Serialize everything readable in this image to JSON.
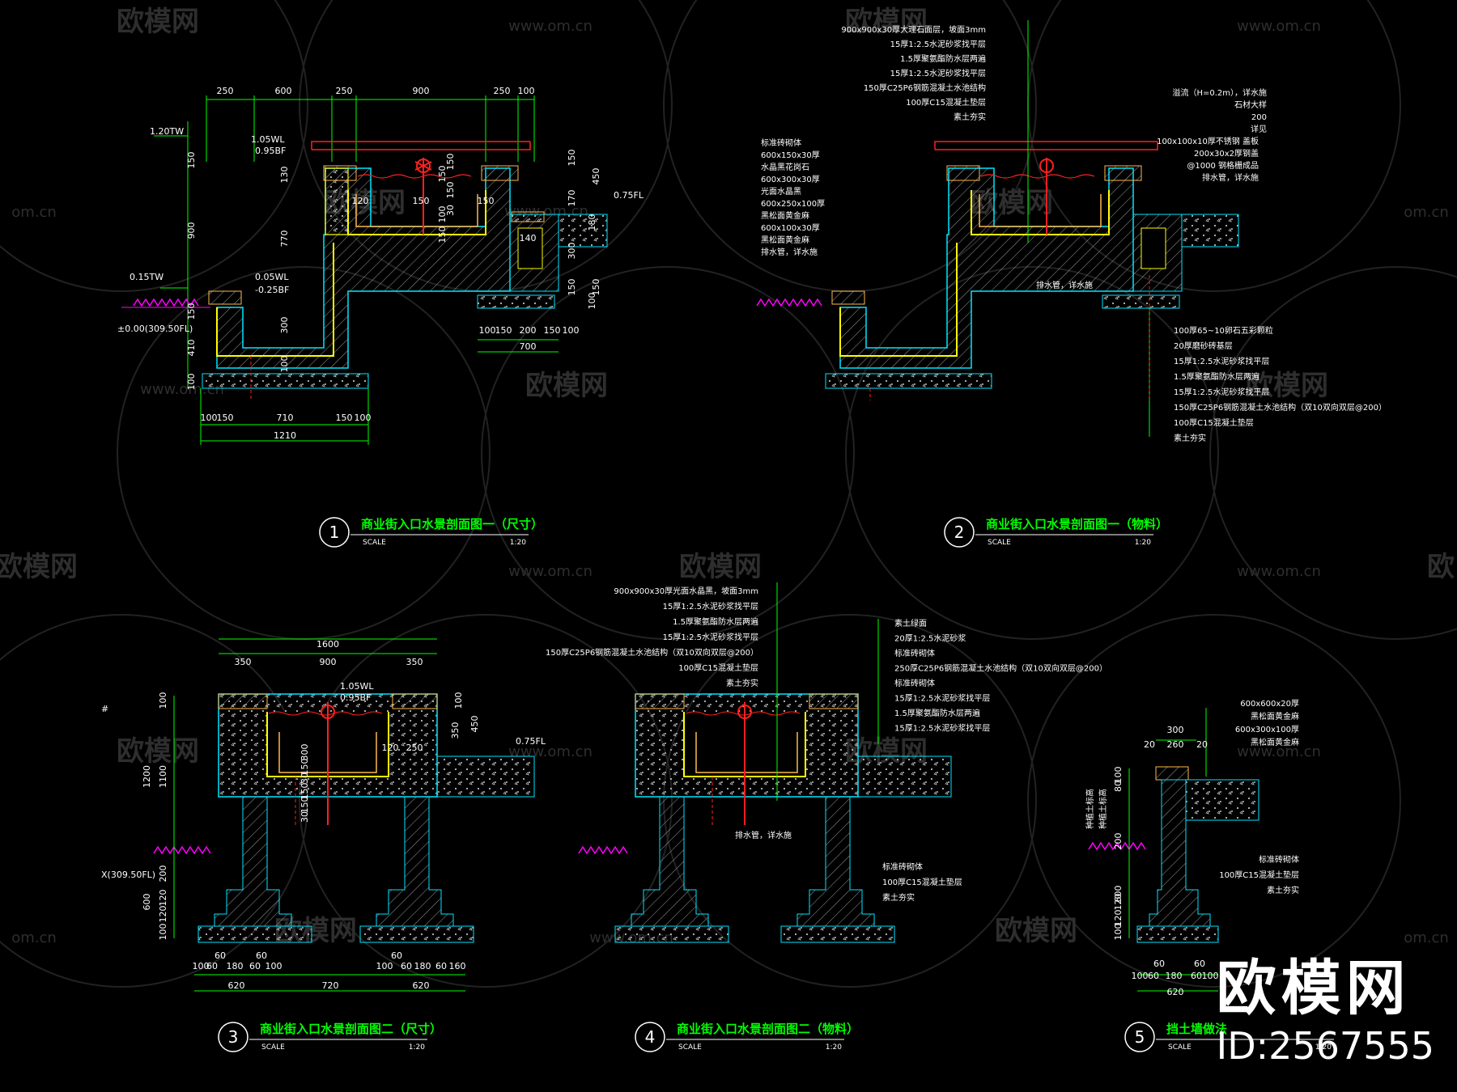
{
  "watermark": {
    "brand": "欧模网",
    "site": "www.om.cn",
    "site_fragment": "om.cn",
    "brand_fragment": "欧模网",
    "brand_fragment_right": "欧"
  },
  "brand_block": {
    "name": "欧模网",
    "id": "ID:2567555"
  },
  "scale": {
    "label": "SCALE",
    "value": "1:20"
  },
  "sections": [
    {
      "num": "1",
      "title": "商业街入口水景剖面图一（尺寸）"
    },
    {
      "num": "2",
      "title": "商业街入口水景剖面图一（物料）"
    },
    {
      "num": "3",
      "title": "商业街入口水景剖面图二（尺寸）"
    },
    {
      "num": "4",
      "title": "商业街入口水景剖面图二（物料）"
    },
    {
      "num": "5",
      "title": "挡土墙做法"
    }
  ],
  "dims": {
    "s1_top": [
      "250",
      "600",
      "250",
      "900",
      "250",
      "100"
    ],
    "s1_levels": [
      "1.20TW",
      "1.05WL",
      "0.95BF",
      "0.75FL",
      "0.15TW",
      "0.05WL",
      "-0.25BF",
      "±0.00(309.50FL)"
    ],
    "s1_left": [
      "150",
      "900",
      "150",
      "410",
      "100"
    ],
    "s1_inner": [
      "130",
      "770",
      "300",
      "100",
      "150",
      "100",
      "150",
      "150",
      "150",
      "30"
    ],
    "s1_right": [
      "150",
      "170",
      "450",
      "150",
      "300",
      "150",
      "180",
      "100",
      "140"
    ],
    "s1_mid": [
      "120",
      "150",
      "150"
    ],
    "s1_bottom": [
      "100",
      "150",
      "710",
      "150",
      "100"
    ],
    "s1_total": "1210",
    "s1_base": [
      "100",
      "150",
      "200",
      "150",
      "100"
    ],
    "s1_base_total": "700",
    "s3_top_total": "1600",
    "s3_top": [
      "350",
      "900",
      "350"
    ],
    "s3_levels": [
      "1.05WL",
      "0.95BF",
      "0.75FL",
      "X(309.50FL)"
    ],
    "s3_left": [
      "100",
      "1200",
      "1100",
      "200",
      "600",
      "120",
      "120",
      "100"
    ],
    "s3_inner": [
      "100",
      "300",
      "150",
      "30",
      "150",
      "120",
      "250",
      "350",
      "450",
      "150",
      "30"
    ],
    "s3_bottom_top": [
      "60",
      "60",
      "60"
    ],
    "s3_bottom": [
      "100",
      "60",
      "180",
      "60",
      "100",
      "100",
      "60",
      "180",
      "60",
      "160"
    ],
    "s3_bottom_total": [
      "620",
      "720",
      "720",
      "620"
    ],
    "s5_top": [
      "300",
      "20",
      "260",
      "20"
    ],
    "s5_left": [
      "100",
      "80",
      "200",
      "600",
      "120",
      "120",
      "100"
    ],
    "s5_bottom_top": [
      "60",
      "60"
    ],
    "s5_bottom": [
      "100",
      "60",
      "180",
      "60",
      "100"
    ],
    "s5_total": "620",
    "hash": "#"
  },
  "notes": {
    "s2_top": [
      "900x900x30厚大理石面层，坡面3mm",
      "15厚1:2.5水泥砂浆找平层",
      "1.5厚聚氨酯防水层两遍",
      "15厚1:2.5水泥砂浆找平层",
      "150厚C25P6钢筋混凝土水池结构",
      "100厚C15混凝土垫层",
      "素土夯实"
    ],
    "s2_left": [
      "标准砖砌体",
      "600x150x30厚",
      "水晶黑花岗石",
      "600x300x30厚",
      "光面水晶黑",
      "600x250x100厚",
      "黑松面黄金麻",
      "600x100x30厚",
      "黑松面黄金麻",
      "排水管，详水施"
    ],
    "s2_right": [
      "溢流（H=0.2m），详水施",
      "石材大样",
      "200",
      "详见",
      "100x100x10厚不锈钢 盖板",
      "200x30x2厚钢盖",
      "@1000 钢格栅成品",
      "排水管，详水施"
    ],
    "s2_bottom": [
      "100厚65~10卵石五彩颗粒",
      "20厚磨砂砖基层",
      "15厚1:2.5水泥砂浆找平层",
      "1.5厚聚氨酯防水层两遍",
      "15厚1:2.5水泥砂浆找平层",
      "150厚C25P6钢筋混凝土水池结构（双10双向双层@200）",
      "100厚C15混凝土垫层",
      "素土夯实"
    ],
    "s2_mid": "排水管，详水施",
    "s4_top": [
      "900x900x30厚光面水晶黑，坡面3mm",
      "15厚1:2.5水泥砂浆找平层",
      "1.5厚聚氨酯防水层两遍",
      "15厚1:2.5水泥砂浆找平层",
      "150厚C25P6钢筋混凝土水池结构（双10双向双层@200）",
      "100厚C15混凝土垫层",
      "素土夯实"
    ],
    "s4_right": [
      "素土绿面",
      "20厚1:2.5水泥砂浆",
      "标准砖砌体",
      "250厚C25P6钢筋混凝土水池结构（双10双向双层@200）",
      "标准砖砌体",
      "15厚1:2.5水泥砂浆找平层",
      "1.5厚聚氨酯防水层两遍",
      "15厚1:2.5水泥砂浆找平层"
    ],
    "s4_mid": "排水管，详水施",
    "s4_bottom": [
      "标准砖砌体",
      "100厚C15混凝土垫层",
      "素土夯实"
    ],
    "s5_top": [
      "600x600x20厚",
      "黑松面黄金麻",
      "600x300x100厚",
      "黑松面黄金麻"
    ],
    "s5_left": [
      "种植土标高",
      "种植土标高"
    ],
    "s5_bottom": [
      "标准砖砌体",
      "100厚C15混凝土垫层",
      "素土夯实"
    ]
  },
  "colors": {
    "background": "#000000",
    "green": "#00ff00",
    "white": "#ffffff",
    "yellow": "#ffff00",
    "red": "#ff2020",
    "cyan": "#00e5ff",
    "magenta": "#ff00ff",
    "orange": "#ffb84d",
    "watermark": "#2e2e2e"
  }
}
